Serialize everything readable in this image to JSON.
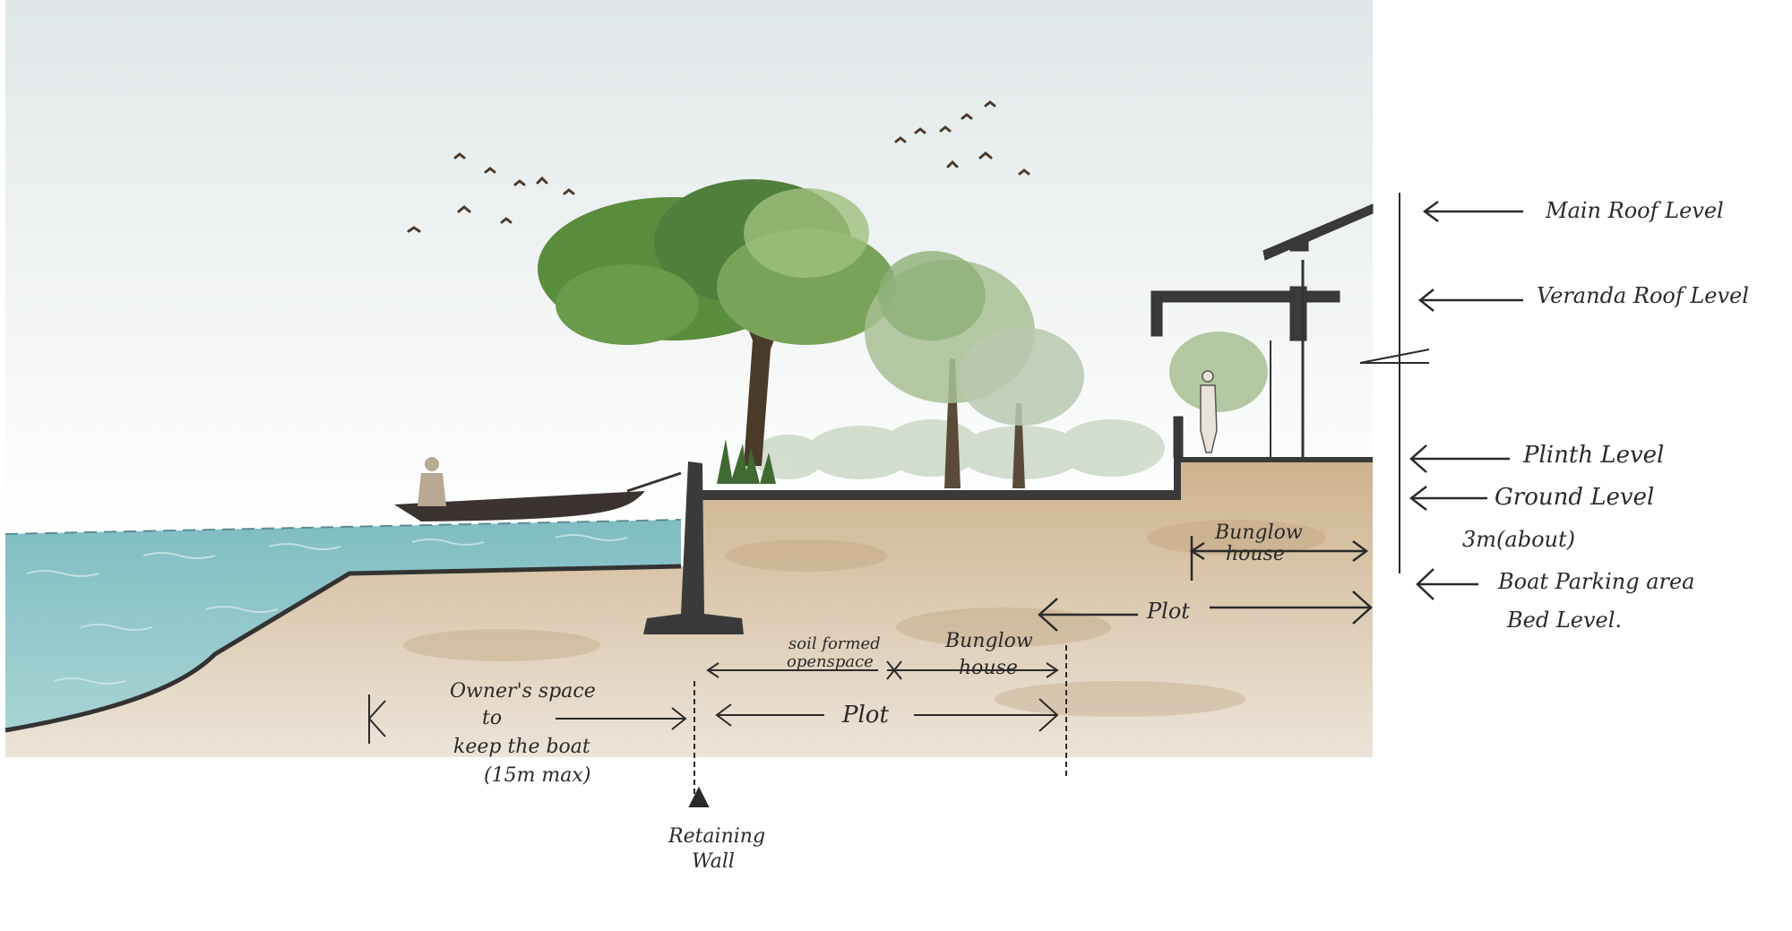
{
  "levels": {
    "main_roof": "Main Roof Level",
    "veranda_roof": "Veranda Roof Level",
    "plinth": "Plinth Level",
    "ground": "Ground Level",
    "height_note": "3m(about)",
    "boat_parking_1": "Boat Parking area",
    "boat_parking_2": "Bed Level."
  },
  "annotations": {
    "bungalow_upper_1": "Bunglow",
    "bungalow_upper_2": "house",
    "plot_upper": "Plot",
    "soil_1": "soil formed",
    "soil_2": "openspace",
    "bungalow_lower_1": "Bunglow",
    "bungalow_lower_2": "house",
    "plot_lower": "Plot",
    "owner_1": "Owner's space",
    "owner_2": "to",
    "owner_3": "keep the boat",
    "owner_4": "(15m max)",
    "retaining_1": "Retaining",
    "retaining_2": "Wall"
  },
  "colors": {
    "water": "#8fc6c9",
    "soil_light": "#e8dccb",
    "soil_dark": "#cdb28c",
    "sky": "#e9eeef",
    "tree_dark": "#4f7f3a",
    "tree_light": "#9fbf7d",
    "ink": "#2a2a2a"
  }
}
